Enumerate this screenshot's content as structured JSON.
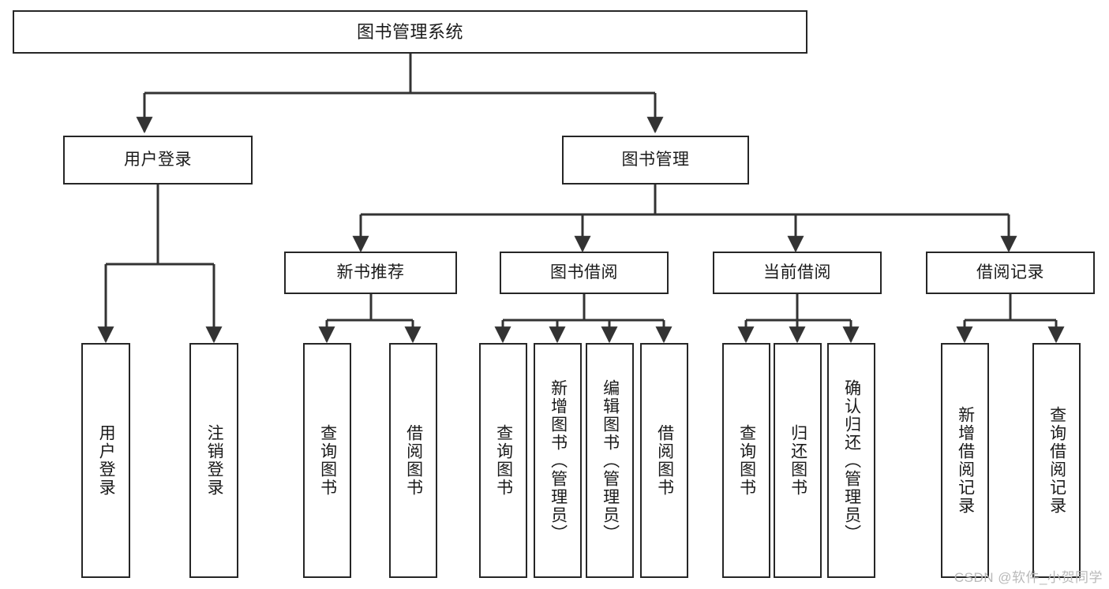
{
  "diagram": {
    "type": "tree",
    "title": "图书管理系统",
    "colors": {
      "box_stroke": "#262626",
      "box_fill": "#ffffff",
      "edge": "#333333",
      "text": "#1a1a1a",
      "watermark": "#b9b9b9"
    },
    "watermark": "CSDN @软件_小贺同学",
    "nodes": {
      "root": {
        "label": "图书管理系统"
      },
      "level2": [
        {
          "id": "user-login",
          "label": "用户登录"
        },
        {
          "id": "book-manage",
          "label": "图书管理"
        }
      ],
      "level3": [
        {
          "id": "new-book-recommend",
          "label": "新书推荐"
        },
        {
          "id": "book-borrow",
          "label": "图书借阅"
        },
        {
          "id": "current-borrow",
          "label": "当前借阅"
        },
        {
          "id": "borrow-record",
          "label": "借阅记录"
        }
      ],
      "leaves": [
        {
          "id": "leaf-user-login",
          "label": "用户登录",
          "parent": "user-login"
        },
        {
          "id": "leaf-user-logout",
          "label": "注销登录",
          "parent": "user-login"
        },
        {
          "id": "leaf-query-book-1",
          "label": "查询图书",
          "parent": "new-book-recommend"
        },
        {
          "id": "leaf-borrow-book-1",
          "label": "借阅图书",
          "parent": "new-book-recommend"
        },
        {
          "id": "leaf-query-book-2",
          "label": "查询图书",
          "parent": "book-borrow"
        },
        {
          "id": "leaf-add-book",
          "label": "新增图书（管理员）",
          "parent": "book-borrow"
        },
        {
          "id": "leaf-edit-book",
          "label": "编辑图书（管理员）",
          "parent": "book-borrow"
        },
        {
          "id": "leaf-borrow-book-2",
          "label": "借阅图书",
          "parent": "book-borrow"
        },
        {
          "id": "leaf-query-book-3",
          "label": "查询图书",
          "parent": "current-borrow"
        },
        {
          "id": "leaf-return-book",
          "label": "归还图书",
          "parent": "current-borrow"
        },
        {
          "id": "leaf-confirm-return",
          "label": "确认归还（管理员）",
          "parent": "current-borrow"
        },
        {
          "id": "leaf-add-record",
          "label": "新增借阅记录",
          "parent": "borrow-record"
        },
        {
          "id": "leaf-query-record",
          "label": "查询借阅记录",
          "parent": "borrow-record"
        }
      ]
    }
  }
}
